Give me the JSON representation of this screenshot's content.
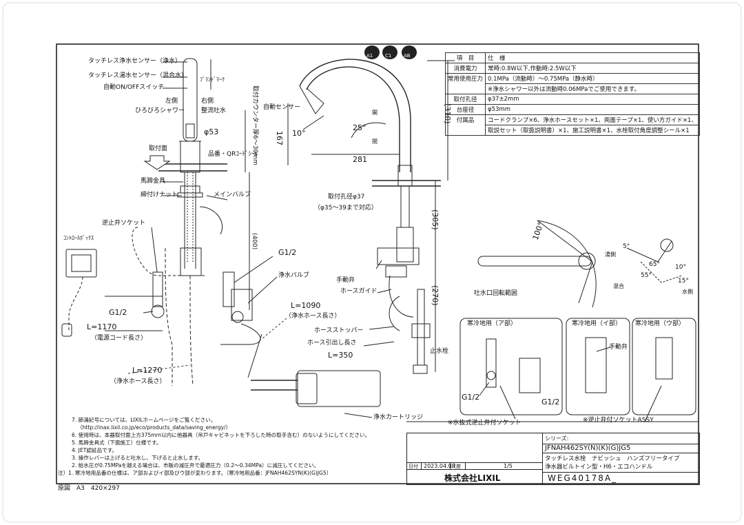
{
  "icons": [
    "A1",
    "C1",
    "AB"
  ],
  "icon_labels": [
    "節水\nA1",
    "節湯\nC1",
    "節水\nAB"
  ],
  "labels": {
    "sensor_purified": "タッチレス浄水センサー（浄水）",
    "sensor_mixed": "タッチレス湯水センサー（混合水）",
    "auto_switch": "自動ON/OFFスイッチ",
    "brand_mark": "ﾌﾞﾗﾝﾄﾞﾏｰｸ",
    "left_side": "左側",
    "right_side": "右側",
    "wide_shower": "ひろびろシャワー",
    "straight_spout": "整流吐水",
    "phi53": "φ53",
    "mount_surface": "取付面",
    "product_qr": "品番・QRｺｰﾄﾞｼｰﾙ",
    "pressure_fitting": "馬蹄金具",
    "mount_nut": "締付けナット",
    "main_valve": "メインバルブ",
    "check_valve_socket": "逆止弁ソケット",
    "control_box": "ｺﾝﾄﾛｰﾙﾎﾞｯｸｽ",
    "g12_left": "G1/2",
    "g12_right": "G1/2",
    "purified_valve": "浄水バルブ",
    "l1170": "L=1170",
    "power_cord": "（電源コード長さ）",
    "l1090": "L=1090",
    "purified_hose_1": "（浄水ホース長さ）",
    "l1270": "L=1270",
    "purified_hose_2": "（浄水ホース長さ）",
    "counter_thickness": "取付カウンター厚6～30mm",
    "dim_400": "(400)",
    "auto_sensor": "自動センサー",
    "angle_10": "10°",
    "angle_25": "25°",
    "open": "開",
    "close": "閉",
    "dim_167": "167",
    "dim_281": "281",
    "dim_310": "(310)",
    "dim_305": "(305)",
    "dim_270": "(270)",
    "mount_hole": "取付孔径φ37",
    "mount_hole_range": "（φ35～39まで対応）",
    "hand_valve": "手動弁",
    "hose_guide": "ホースガイド",
    "hose_stopper": "ホースストッパー",
    "hose_pull": "ホース引出し長さ",
    "l350": "L=350",
    "stop_valve": "止水栓",
    "cartridge": "浄水カートリッジ",
    "rot_100": "100°",
    "spout_range": "吐水口回転範囲",
    "hot_side": "湯側",
    "mixed": "混合",
    "water_side": "水側",
    "ang_5": "5°",
    "ang_65": "65°",
    "ang_55": "55°",
    "ang_10b": "10°",
    "ang_15": "15°",
    "cold_a": "寒冷地用（ア部）",
    "cold_i": "寒冷地用（イ部）",
    "cold_u": "寒冷地用（ウ部）",
    "g12_a": "G1/2",
    "g12_a2": "G1/2",
    "hand_valve_i": "手動弁",
    "note_a": "※水抜式逆止弁付ソケット",
    "note_u": "※逆止弁付ソケットASSY"
  },
  "spec_table": {
    "rows": [
      [
        "項　目",
        "仕　様"
      ],
      [
        "消費電力",
        "常時:0.8W以下,作動時:2.5W以下"
      ],
      [
        "常用使用圧力",
        "0.1MPa（流動時）～0.75MPa（静水時）"
      ],
      [
        "",
        "※浄水シャワー以外は流動時0.06MPaでご使用できます。"
      ],
      [
        "取付孔径",
        "φ37±2mm"
      ],
      [
        "台座径",
        "φ53mm"
      ],
      [
        "付属品",
        "コードクランプ×6、浄水ホースセット×1、両面テープ×1、使い方ガイド×1、"
      ],
      [
        "",
        "取説セット（取扱説明書）×1、施工説明書×1、水栓取付角度調整シール×1"
      ]
    ]
  },
  "notes": [
    "7. 節湯記号については、LIXILホームページをご覧ください。",
    "（http://inax.lixil.co.jp/eco/products_data/saving_energy/）",
    "6. 使用時は、本器取付面上方375mm以内に他器具（吊戸キャビネットを下ろした時の取手含む）のないようにしてください。",
    "5. 馬蹄金具式（下面施工）仕様です。",
    "4. JET認証品です。",
    "3. 操作レバーは上げると吐水し、下げると止水します。",
    "2. 給水圧が0.75MPaを越える場合は、市販の減圧弁で最適圧力（0.2～0.34MPa）に減圧してください。",
    "注）1. 寒冷地用品番の仕様は、ア部およびイ部及びウ部が変わります。（寒冷地用品番：JFNAH462SYN(K)(G)JG5）"
  ],
  "title_block": {
    "series_label": "シリーズ:",
    "model": "JFNAH462SY(N)(K)(G)JG5",
    "date_label": "日付",
    "date": "2023.04.03",
    "scale_label": "尺度",
    "page": "1/5",
    "product_name_1": "タッチレス水栓　ナビッシュ　ハンズフリータイプ",
    "product_name_2": "浄水器ビルトイン型・H6・エコハンドル",
    "company": "株式会社LIXIL",
    "drawing_no": "WEG40178A_"
  },
  "paper": "原図　A3　420×297"
}
